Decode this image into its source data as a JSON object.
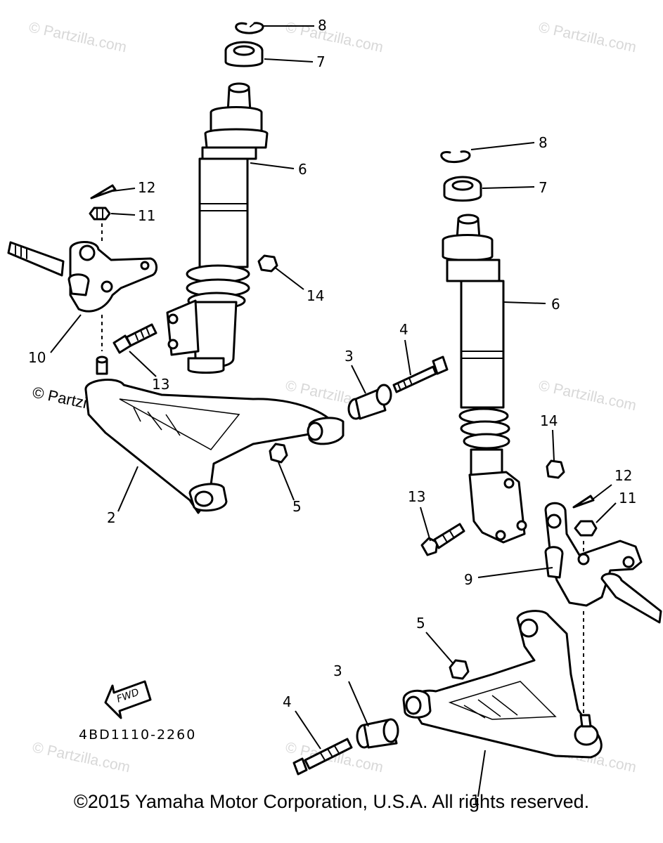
{
  "diagram": {
    "callouts": {
      "c8a": "8",
      "c7a": "7",
      "c6a": "6",
      "c12a": "12",
      "c11a": "11",
      "c14a": "14",
      "c10": "10",
      "c13a": "13",
      "c2": "2",
      "c5a": "5",
      "c3a": "3",
      "c4a": "4",
      "c8b": "8",
      "c7b": "7",
      "c6b": "6",
      "c14b": "14",
      "c13b": "13",
      "c12b": "12",
      "c11b": "11",
      "c9": "9",
      "c5b": "5",
      "c3b": "3",
      "c4b": "4",
      "c1": "1"
    },
    "fwd_label": "FWD",
    "drawing_code": "4BD1110-2260"
  },
  "watermark": {
    "text": "© Partzilla.com",
    "bold_text": "© Partzilla.com"
  },
  "footer": {
    "copyright": "©2015  Yamaha Motor Corporation, U.S.A. All rights reserved."
  }
}
